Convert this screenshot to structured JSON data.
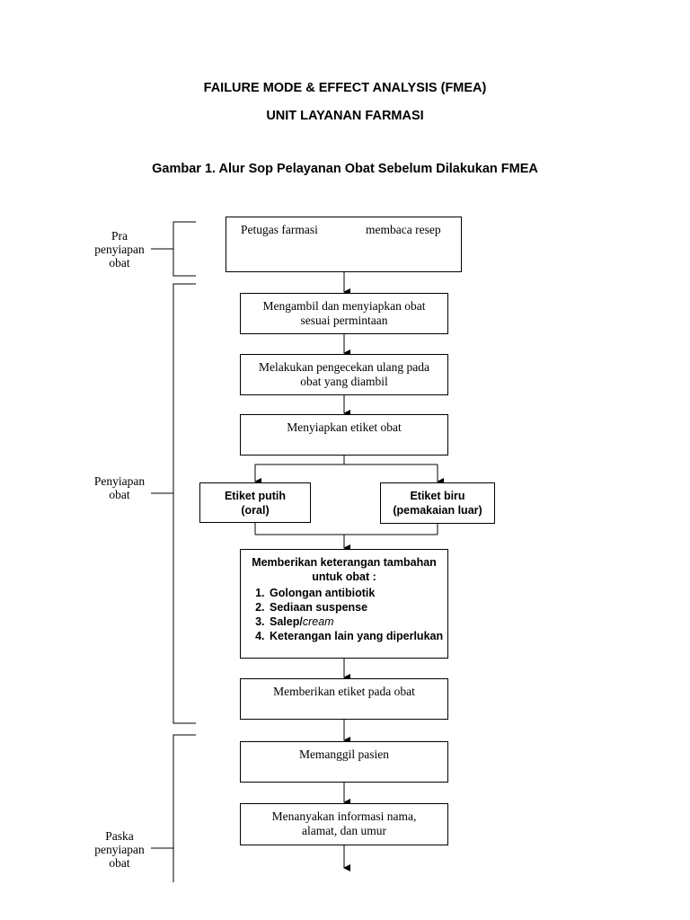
{
  "header": {
    "title": "FAILURE MODE & EFFECT ANALYSIS (FMEA)",
    "subtitle": "UNIT LAYANAN FARMASI",
    "figure_caption": "Gambar 1. Alur Sop Pelayanan Obat Sebelum Dilakukan FMEA"
  },
  "phases": {
    "pra": {
      "line1": "Pra",
      "line2": "penyiapan",
      "line3": "obat"
    },
    "penyiapan": {
      "line1": "Penyiapan",
      "line2": "obat"
    },
    "paska": {
      "line1": "Paska",
      "line2": "penyiapan",
      "line3": "obat"
    }
  },
  "steps": {
    "baca_resep": {
      "part1": "Petugas farmasi",
      "part2": "membaca resep"
    },
    "ambil_obat": {
      "line1": "Mengambil dan menyiapkan obat",
      "line2": "sesuai permintaan"
    },
    "cek_ulang": {
      "line1": "Melakukan pengecekan ulang pada",
      "line2": "obat yang diambil"
    },
    "siapkan_etiket": {
      "text": "Menyiapkan etiket obat"
    },
    "etiket_putih": {
      "line1": "Etiket putih",
      "line2": "(oral)"
    },
    "etiket_biru": {
      "line1": "Etiket biru",
      "line2": "(pemakaian luar)"
    },
    "keterangan": {
      "line1": "Memberikan keterangan tambahan",
      "line2": "untuk obat :",
      "items": [
        "Golongan antibiotik",
        "Sediaan suspense",
        "Salep/",
        "Keterangan lain yang diperlukan"
      ],
      "item3_italic": "cream"
    },
    "beri_etiket": {
      "text": "Memberikan etiket pada obat"
    },
    "panggil_pasien": {
      "text": "Memanggil pasien"
    },
    "tanya_info": {
      "line1": "Menanyakan informasi nama,",
      "line2": "alamat, dan umur"
    }
  }
}
